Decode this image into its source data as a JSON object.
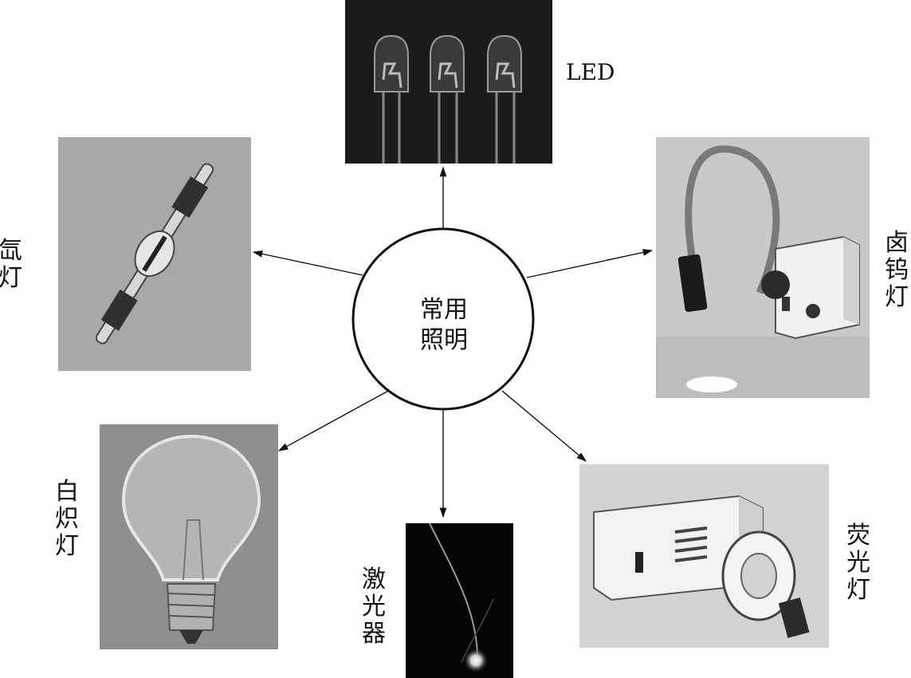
{
  "center": {
    "line1": "常用",
    "line2": "照明"
  },
  "items": {
    "led": {
      "label": "LED",
      "icon": "led-photo"
    },
    "xenon": {
      "label": "氙灯",
      "icon": "xenon-lamp-photo"
    },
    "halogen": {
      "label": "卤钨灯",
      "icon": "halogen-fiber-light-photo"
    },
    "incandescent": {
      "label": "白炽灯",
      "icon": "light-bulb-photo"
    },
    "laser": {
      "label": "激光器",
      "icon": "laser-photo"
    },
    "fluorescent": {
      "label": "荧光灯",
      "icon": "ring-light-photo"
    }
  }
}
